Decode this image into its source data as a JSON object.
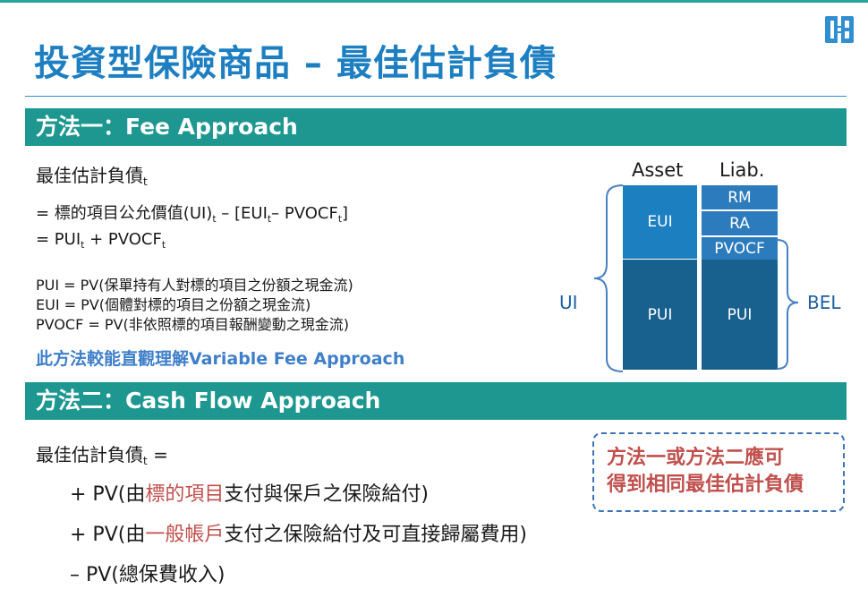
{
  "title": "投資型保險商品 – 最佳估計負債",
  "logo": {
    "icon": "company-logo-icon",
    "color": "#2f8fd0"
  },
  "method1": {
    "heading": "方法一：Fee Approach",
    "line1": "最佳估計負債",
    "line1_sub": "t",
    "line2_a": "= 標的項目公允價值(UI)",
    "line2_sub1": "t",
    "line2_b": " – [EUI",
    "line2_sub2": "t",
    "line2_c": "– PVOCF",
    "line2_sub3": "t",
    "line2_d": "]",
    "line3_a": "= PUI",
    "line3_sub1": "t",
    "line3_b": " + PVOCF",
    "line3_sub2": "t",
    "def1": "PUI = PV(保單持有人對標的項目之份額之現金流)",
    "def2": "EUI = PV(個體對標的項目之份額之現金流)",
    "def3": "PVOCF = PV(非依照標的項目報酬變動之現金流)",
    "note": "此方法較能直觀理解Variable Fee Approach"
  },
  "diagram": {
    "asset_label": "Asset",
    "liab_label": "Liab.",
    "eui": "EUI",
    "pui_asset": "PUI",
    "rm": "RM",
    "ra": "RA",
    "pvocf": "PVOCF",
    "pui_liab": "PUI",
    "ui_label": "UI",
    "bel_label": "BEL"
  },
  "method2": {
    "heading": "方法二：Cash Flow Approach",
    "line1": "最佳估計負債",
    "line1_sub": "t",
    "line1_tail": " =",
    "item1_a": "+ PV(由",
    "item1_red": "標的項目",
    "item1_b": "支付與保戶之保險給付)",
    "item2_a": "+ PV(由",
    "item2_red": "一般帳戶",
    "item2_b": "支付之保險給付及可直接歸屬費用)",
    "item3": "–  PV(總保費收入)"
  },
  "callout": {
    "line1": "方法一或方法二應可",
    "line2": "得到相同最佳估計負債"
  },
  "colors": {
    "teal": "#1d9790",
    "title_blue": "#1d7fc1",
    "red": "#c0504d",
    "note_blue": "#3f7fc9"
  }
}
